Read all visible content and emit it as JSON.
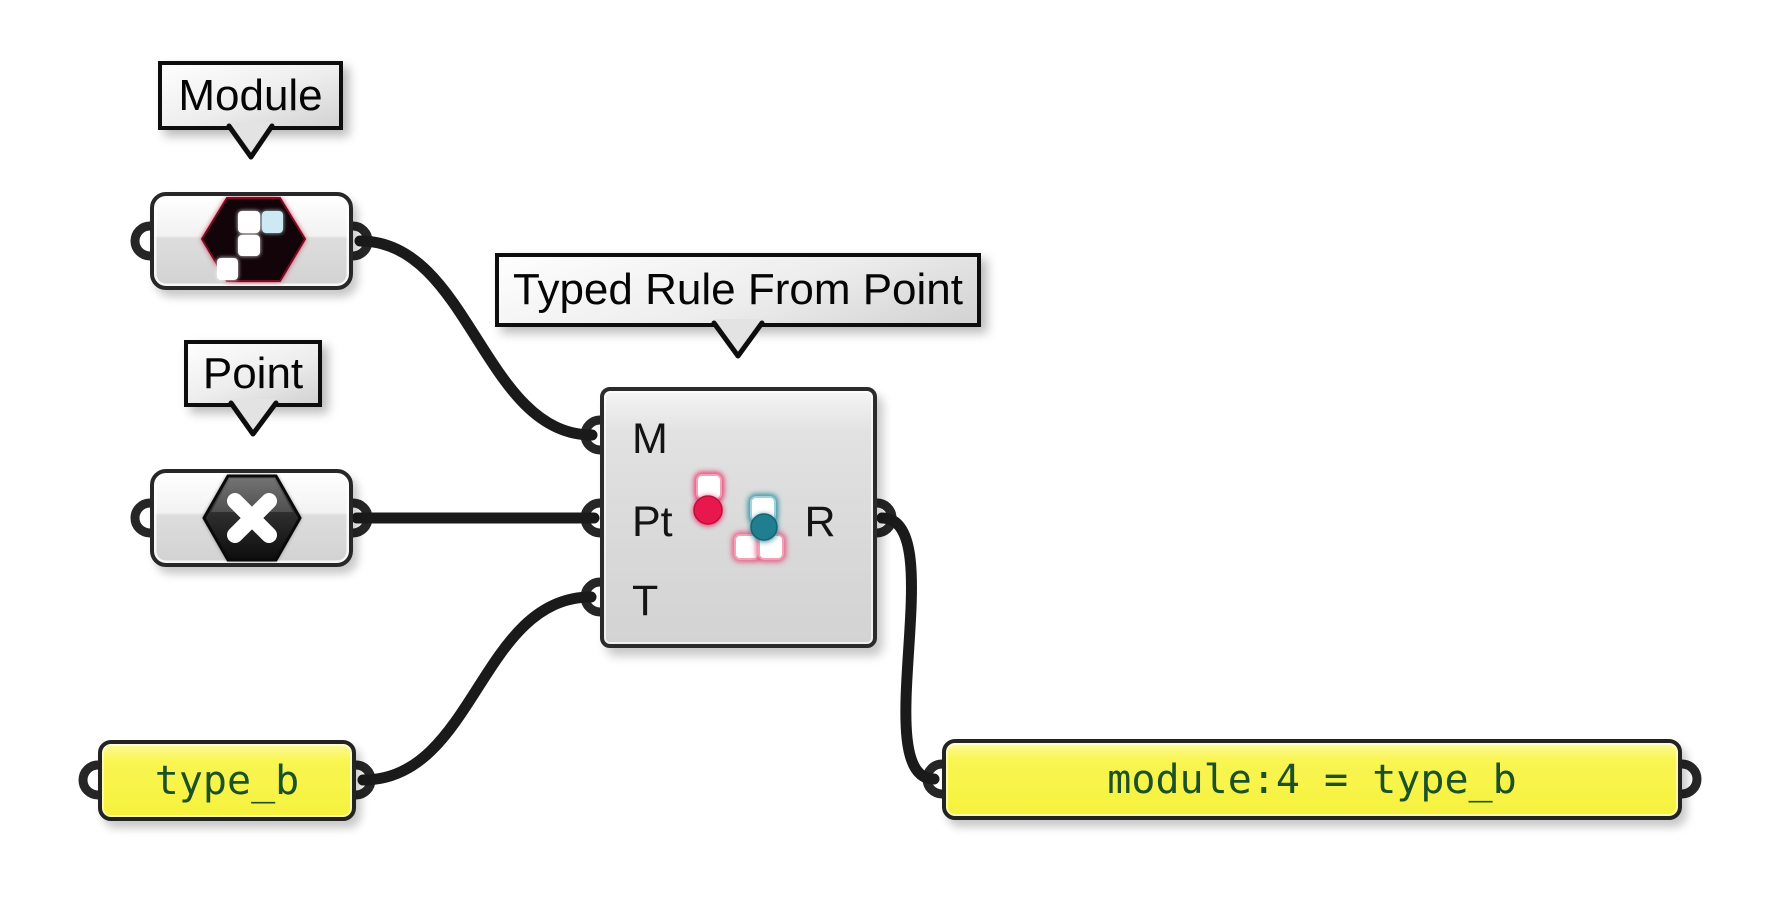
{
  "app": {
    "name": "grasshopper-canvas"
  },
  "tooltips": {
    "module": {
      "label": "Module"
    },
    "point": {
      "label": "Point"
    },
    "typed_rule": {
      "label": "Typed Rule From Point"
    }
  },
  "components": {
    "typed_rule_from_point": {
      "inputs": [
        {
          "label": "M"
        },
        {
          "label": "Pt"
        },
        {
          "label": "T"
        }
      ],
      "outputs": [
        {
          "label": "R"
        }
      ]
    }
  },
  "panels": {
    "type_panel": {
      "text": "type_b"
    },
    "result_panel": {
      "text": "module:4 = type_b"
    }
  },
  "icons": {
    "module": "module-hexagon-icon",
    "point": "point-hexagon-x-icon",
    "typed_rule": "rule-from-point-icon"
  },
  "colors": {
    "background": "#ffffff",
    "wire": "#1a1a1a",
    "capsule_border": "#272727",
    "panel_yellow": "#f6f23d",
    "panel_text_green": "#1b5128",
    "accent_red": "#e5174d",
    "accent_teal": "#1f7e8f",
    "icon_glow_red": "#c11030",
    "module_icon_blue": "#c6e9f5"
  }
}
